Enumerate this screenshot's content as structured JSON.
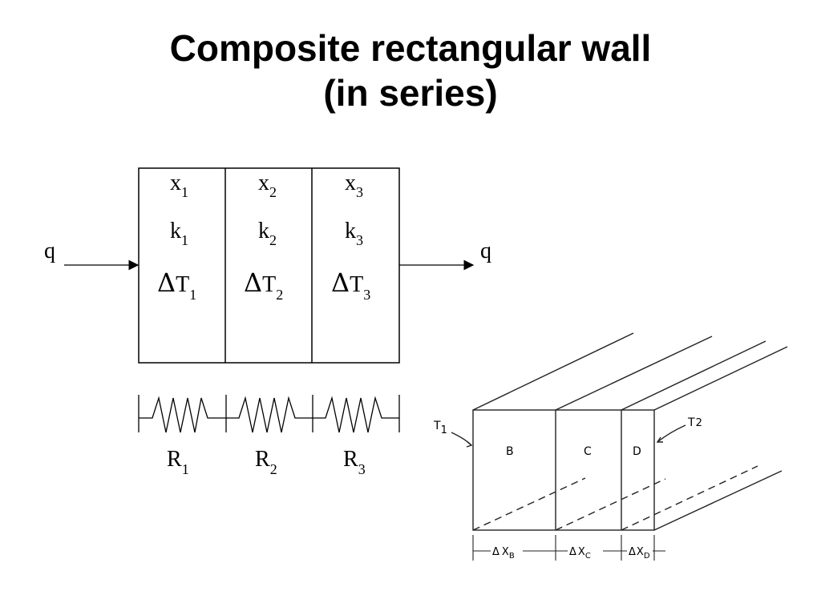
{
  "title": {
    "line1": "Composite rectangular wall",
    "line2": "(in series)"
  },
  "schematic": {
    "flow_label_in": "q",
    "flow_label_out": "q",
    "layers": [
      {
        "x": "x",
        "x_sub": "1",
        "k": "k",
        "k_sub": "1",
        "delta": "Δ",
        "t": "T",
        "t_sub": "1"
      },
      {
        "x": "x",
        "x_sub": "2",
        "k": "k",
        "k_sub": "2",
        "delta": "Δ",
        "t": "T",
        "t_sub": "2"
      },
      {
        "x": "x",
        "x_sub": "3",
        "k": "k",
        "k_sub": "3",
        "delta": "Δ",
        "t": "T",
        "t_sub": "3"
      }
    ],
    "resistors": [
      {
        "r": "R",
        "r_sub": "1"
      },
      {
        "r": "R",
        "r_sub": "2"
      },
      {
        "r": "R",
        "r_sub": "3"
      }
    ]
  },
  "sketch": {
    "t_left": "T",
    "t_left_sub": "1",
    "t_right": "T",
    "t_right_sub": "2",
    "slabs": [
      "B",
      "C",
      "D"
    ],
    "thickness": [
      {
        "delta": "Δ",
        "x": "X",
        "sub": "B"
      },
      {
        "delta": "Δ",
        "x": "X",
        "sub": "C"
      },
      {
        "delta": "Δ",
        "x": "X",
        "sub": "D"
      }
    ]
  }
}
